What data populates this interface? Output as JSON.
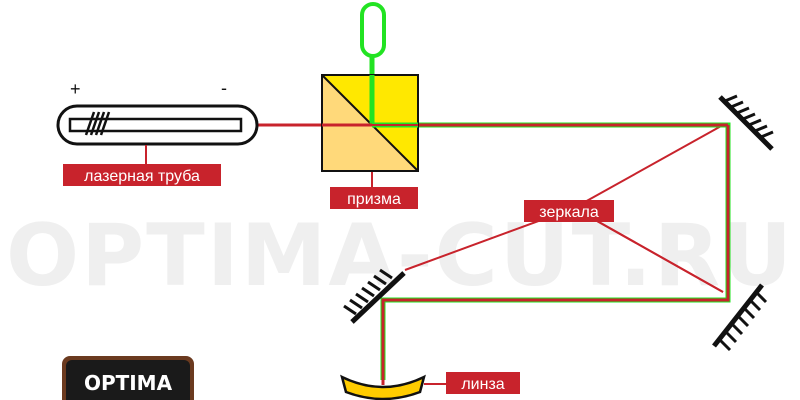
{
  "watermark": "OPTIMA-CUT.RU",
  "logo": {
    "text": "OPTIMA"
  },
  "signs": {
    "plus": "+",
    "minus": "-"
  },
  "labels": {
    "tube": "лазерная труба",
    "prism": "призма",
    "mirrors": "зеркала",
    "lens": "линза"
  },
  "colors": {
    "red_beam": "#c8232c",
    "green_beam": "#22e322",
    "prism_light": "#ffd97a",
    "prism_dark": "#ffe800",
    "lens": "#ffcc00",
    "logo_bg": "#6b3a1f"
  }
}
